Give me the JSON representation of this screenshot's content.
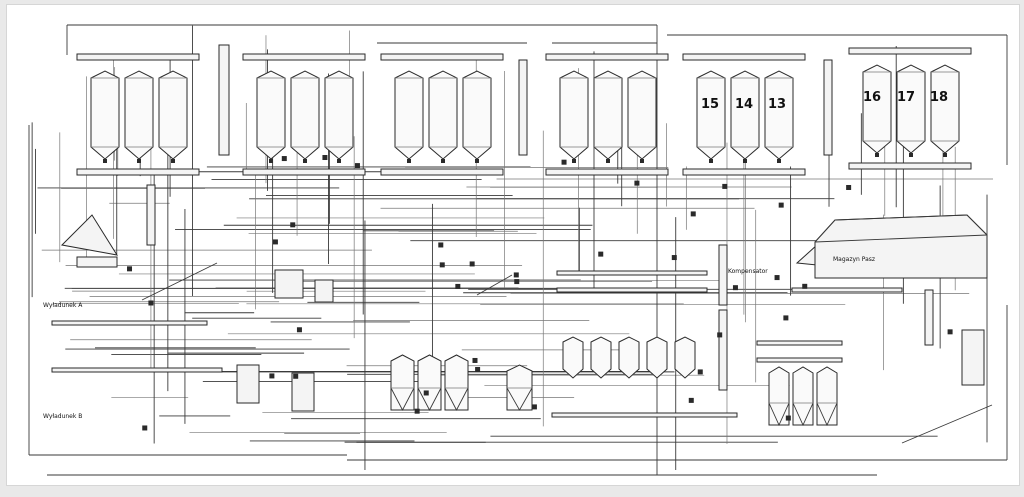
{
  "silo_numbers": [
    "15",
    "14",
    "13",
    "16",
    "17",
    "18"
  ],
  "labels": {
    "warehouse": "Magazyn Pasz",
    "tank_label": "Kompensator",
    "left_label_1": "Wyładunek A",
    "left_label_2": "Wyładunek B"
  },
  "colors": {
    "line": "#3a3a3a",
    "background": "#ffffff"
  }
}
